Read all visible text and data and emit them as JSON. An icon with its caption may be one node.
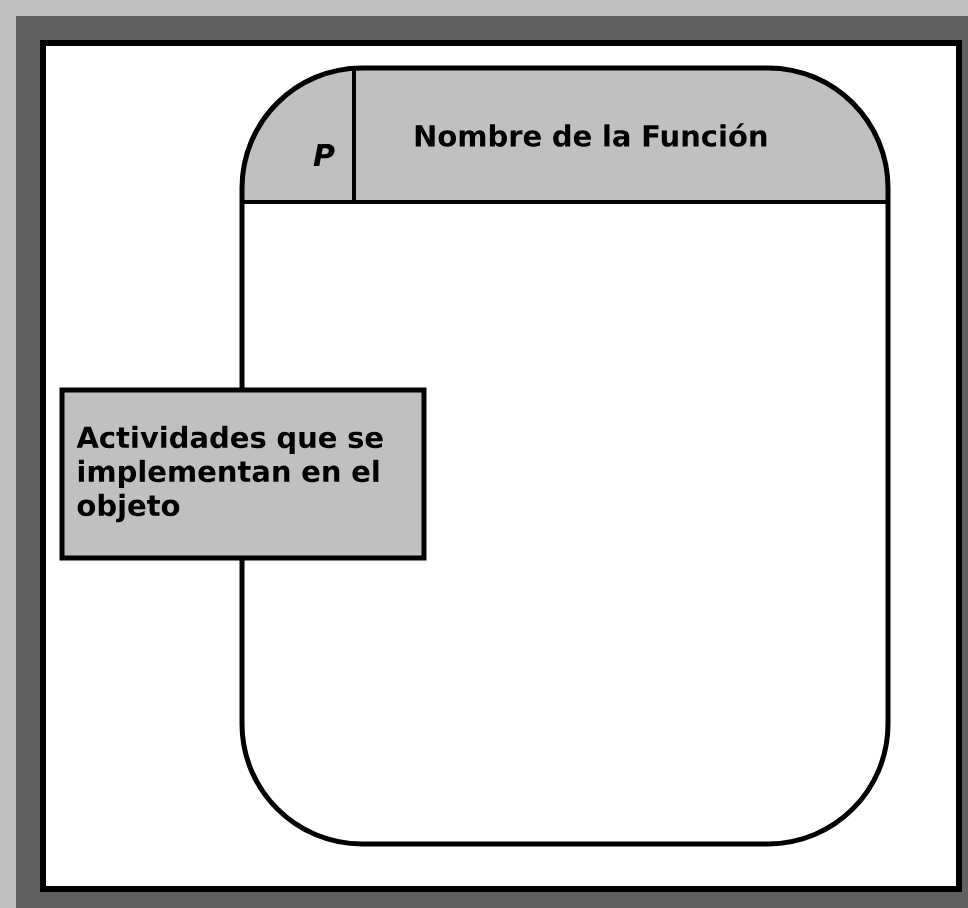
{
  "diagram": {
    "nodes": [
      {
        "text": [
          "P",
          "Nombre de la Función"
        ]
      },
      {
        "text": [
          "Actividades que se implementan en el objeto"
        ]
      }
    ]
  }
}
